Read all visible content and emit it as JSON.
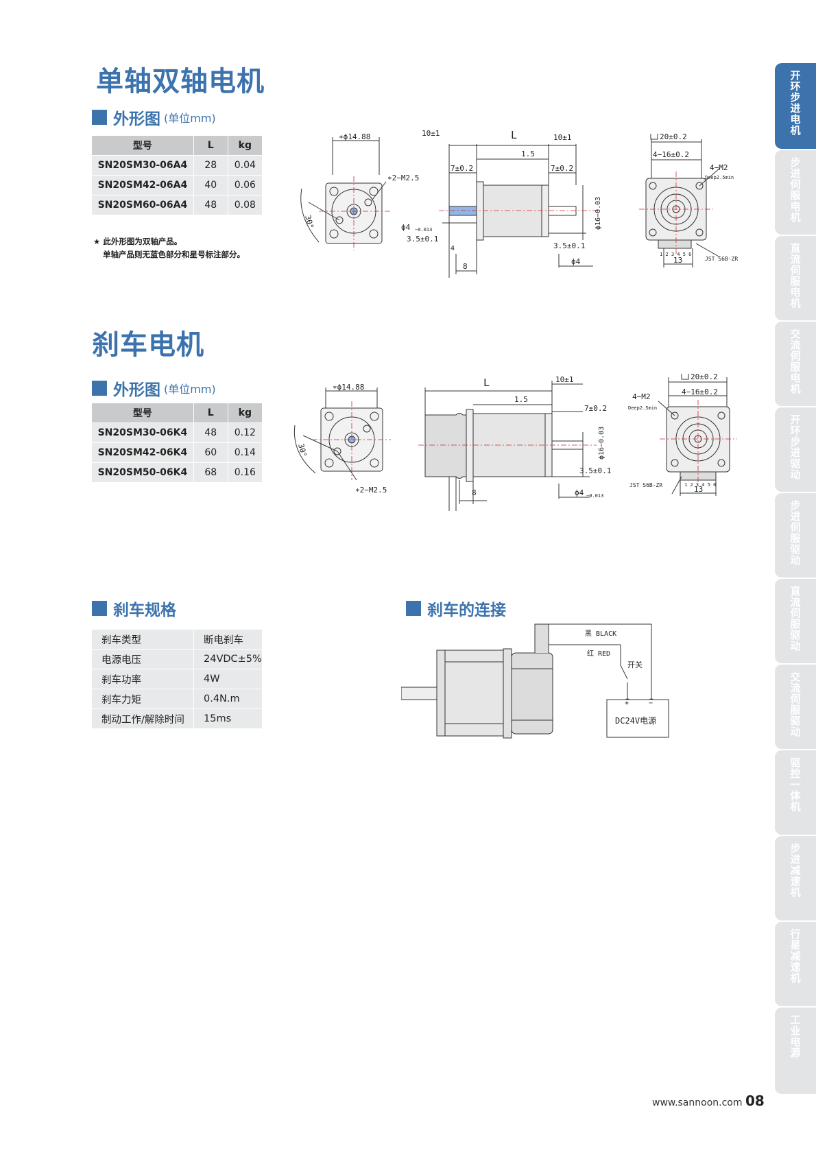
{
  "section1": {
    "title": "单轴双轴电机",
    "outline_title": "外形图",
    "outline_unit": "(单位mm)",
    "table": {
      "headers": [
        "型号",
        "L",
        "kg"
      ],
      "rows": [
        [
          "SN20SM30-06A4",
          "28",
          "0.04"
        ],
        [
          "SN20SM42-06A4",
          "40",
          "0.06"
        ],
        [
          "SN20SM60-06A4",
          "48",
          "0.08"
        ]
      ]
    },
    "notes": [
      "★ 此外形图为双轴产品。",
      "单轴产品则无蓝色部分和星号标注部分。"
    ]
  },
  "section2": {
    "title": "刹车电机",
    "outline_title": "外形图",
    "outline_unit": "(单位mm)",
    "table": {
      "headers": [
        "型号",
        "L",
        "kg"
      ],
      "rows": [
        [
          "SN20SM30-06K4",
          "48",
          "0.12"
        ],
        [
          "SN20SM42-06K4",
          "60",
          "0.14"
        ],
        [
          "SN20SM50-06K4",
          "68",
          "0.16"
        ]
      ]
    }
  },
  "brake_spec": {
    "title": "刹车规格",
    "rows": [
      [
        "刹车类型",
        "断电刹车"
      ],
      [
        "电源电压",
        "24VDC±5%"
      ],
      [
        "刹车功率",
        "4W"
      ],
      [
        "刹车力矩",
        "0.4N.m"
      ],
      [
        "制动工作/解除时间",
        "15ms"
      ]
    ]
  },
  "brake_connection": {
    "title": "刹车的连接",
    "black_label": "黑 BLACK",
    "red_label": "红 RED",
    "switch_label": "开关",
    "power_label": "DC24V电源",
    "plus": "+",
    "minus": "−"
  },
  "drawings": {
    "front1": {
      "dia": "∗ϕ14.88",
      "screw": "∗2−M2.5",
      "angle": "30°"
    },
    "side1": {
      "d10a": "10±1",
      "L": "L",
      "d10b": "10±1",
      "d15": "1.5",
      "d7a": "7±0.2",
      "d7b": "7±0.2",
      "phi4a": "ϕ4",
      "tol": "−0.013",
      "d35a": "3.5±0.1",
      "d35b": "3.5±0.1",
      "d4": "4",
      "d8": "8",
      "phi16": "ϕ16−0.03",
      "phi4b": "ϕ4"
    },
    "back1": {
      "sq": "20±0.2",
      "holes": "4−16±0.2",
      "m2": "4−M2",
      "deep": "Deep2.5min",
      "pins": "1 2 3 4 5 6",
      "d13": "13",
      "jst": "JST S6B-ZR"
    },
    "front2": {
      "dia": "∗ϕ14.88",
      "screw": "∗2−M2.5",
      "angle": "30°"
    },
    "side2": {
      "L": "L",
      "d10": "10±1",
      "d15": "1.5",
      "d7": "7±0.2",
      "phi16": "ϕ16−0.03",
      "d35": "3.5±0.1",
      "d8": "8",
      "phi4": "ϕ4",
      "tol": "−0.013"
    },
    "back2": {
      "sq": "20±0.2",
      "holes": "4−16±0.2",
      "m2": "4−M2",
      "deep": "Deep2.5min",
      "pins": "1 2 3 4 5 6",
      "d13": "13",
      "jst": "JST S6B-ZR"
    }
  },
  "side_tabs": [
    "开环步进电机",
    "步进伺服电机",
    "直流伺服电机",
    "交流伺服电机",
    "开环步进驱动",
    "步进伺服驱动",
    "直流伺服驱动",
    "交流伺服驱动",
    "驱控一体机",
    "步进减速机",
    "行星减速机",
    "工业电源"
  ],
  "footer": {
    "url": "www.sannoon.com",
    "page": "08"
  },
  "colors": {
    "brand": "#3c73ad",
    "header_gray": "#c9cacc",
    "cell_gray": "#e8e9ea",
    "centerline_red": "#d9232d",
    "shaft_blue": "#8fb6e6"
  }
}
